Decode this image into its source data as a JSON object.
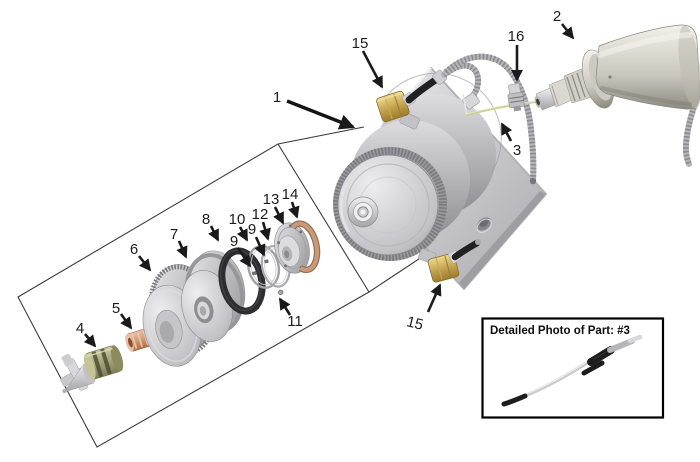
{
  "diagram": {
    "title_hidden": "",
    "inset": {
      "title": "Detailed Photo of Part: #3"
    },
    "callouts": [
      {
        "id": "1",
        "label": "1"
      },
      {
        "id": "2",
        "label": "2"
      },
      {
        "id": "3",
        "label": "3"
      },
      {
        "id": "4",
        "label": "4"
      },
      {
        "id": "5",
        "label": "5"
      },
      {
        "id": "6",
        "label": "6"
      },
      {
        "id": "7",
        "label": "7"
      },
      {
        "id": "8",
        "label": "8"
      },
      {
        "id": "9-left",
        "label": "9"
      },
      {
        "id": "9-right",
        "label": "9"
      },
      {
        "id": "10",
        "label": "10"
      },
      {
        "id": "11",
        "label": "11"
      },
      {
        "id": "12",
        "label": "12"
      },
      {
        "id": "13",
        "label": "13"
      },
      {
        "id": "14",
        "label": "14"
      },
      {
        "id": "15-top",
        "label": "15"
      },
      {
        "id": "15-bottom",
        "label": "15"
      },
      {
        "id": "16",
        "label": "16"
      }
    ],
    "colors": {
      "background": "#ffffff",
      "line": "#1a1a1a",
      "metal_light": "#ececee",
      "metal_dark": "#8f8f93",
      "brass": "#c2a14d",
      "copper": "#cf9679",
      "part4_green": "#a3a376",
      "seal_black": "#2d2d2f",
      "gasket_tan": "#b98f72",
      "cable_yellow": "#cfcf9c"
    }
  }
}
